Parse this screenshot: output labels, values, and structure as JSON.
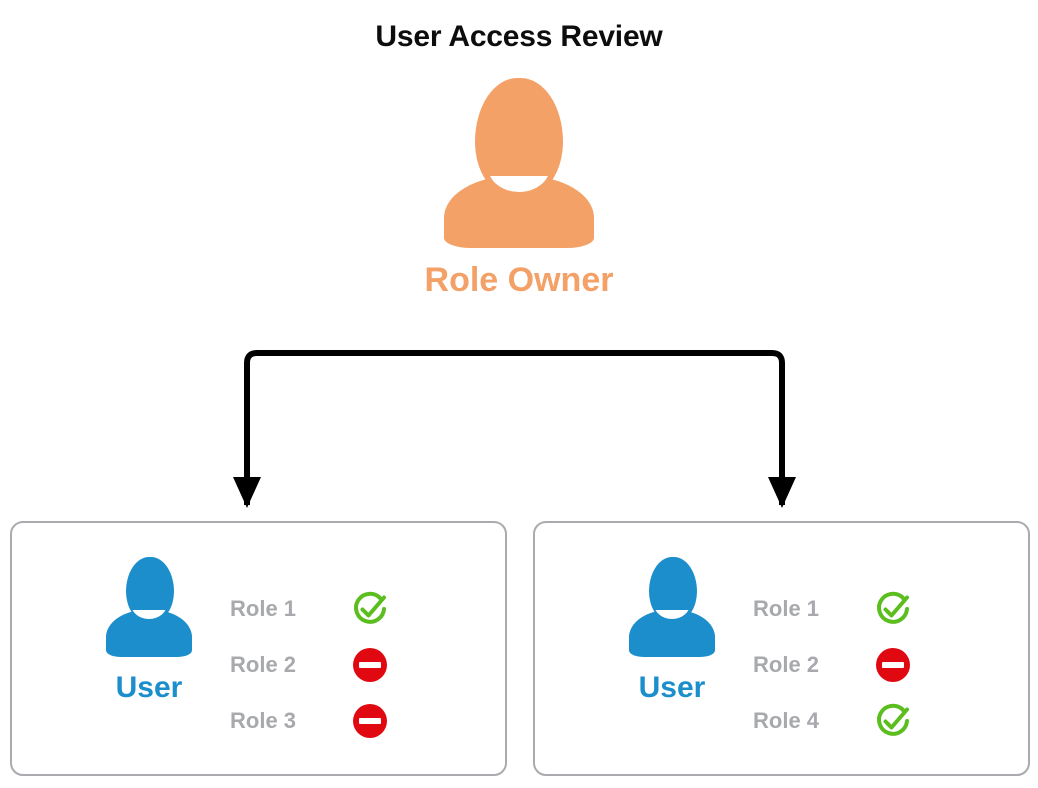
{
  "title": "User Access Review",
  "colors": {
    "owner": "#f4a167",
    "user": "#1b8ecb",
    "role_text": "#a7a9ac",
    "approved": "#5cbe1e",
    "denied": "#e00912",
    "card_border": "#a9abae",
    "connector": "#000000",
    "title_text": "#0d0d0d",
    "background": "#ffffff"
  },
  "owner": {
    "icon": "person-icon",
    "label": "Role Owner"
  },
  "connector": {
    "name": "bracket-arrow-connector",
    "arrow_count": 2
  },
  "cards": [
    {
      "id": "user-card-left",
      "user": {
        "icon": "person-icon",
        "label": "User"
      },
      "roles": [
        {
          "name": "Role 1",
          "status": "approved",
          "icon": "check-circle-icon"
        },
        {
          "name": "Role 2",
          "status": "denied",
          "icon": "deny-circle-icon"
        },
        {
          "name": "Role 3",
          "status": "denied",
          "icon": "deny-circle-icon"
        }
      ]
    },
    {
      "id": "user-card-right",
      "user": {
        "icon": "person-icon",
        "label": "User"
      },
      "roles": [
        {
          "name": "Role 1",
          "status": "approved",
          "icon": "check-circle-icon"
        },
        {
          "name": "Role 2",
          "status": "denied",
          "icon": "deny-circle-icon"
        },
        {
          "name": "Role 4",
          "status": "approved",
          "icon": "check-circle-icon"
        }
      ]
    }
  ]
}
